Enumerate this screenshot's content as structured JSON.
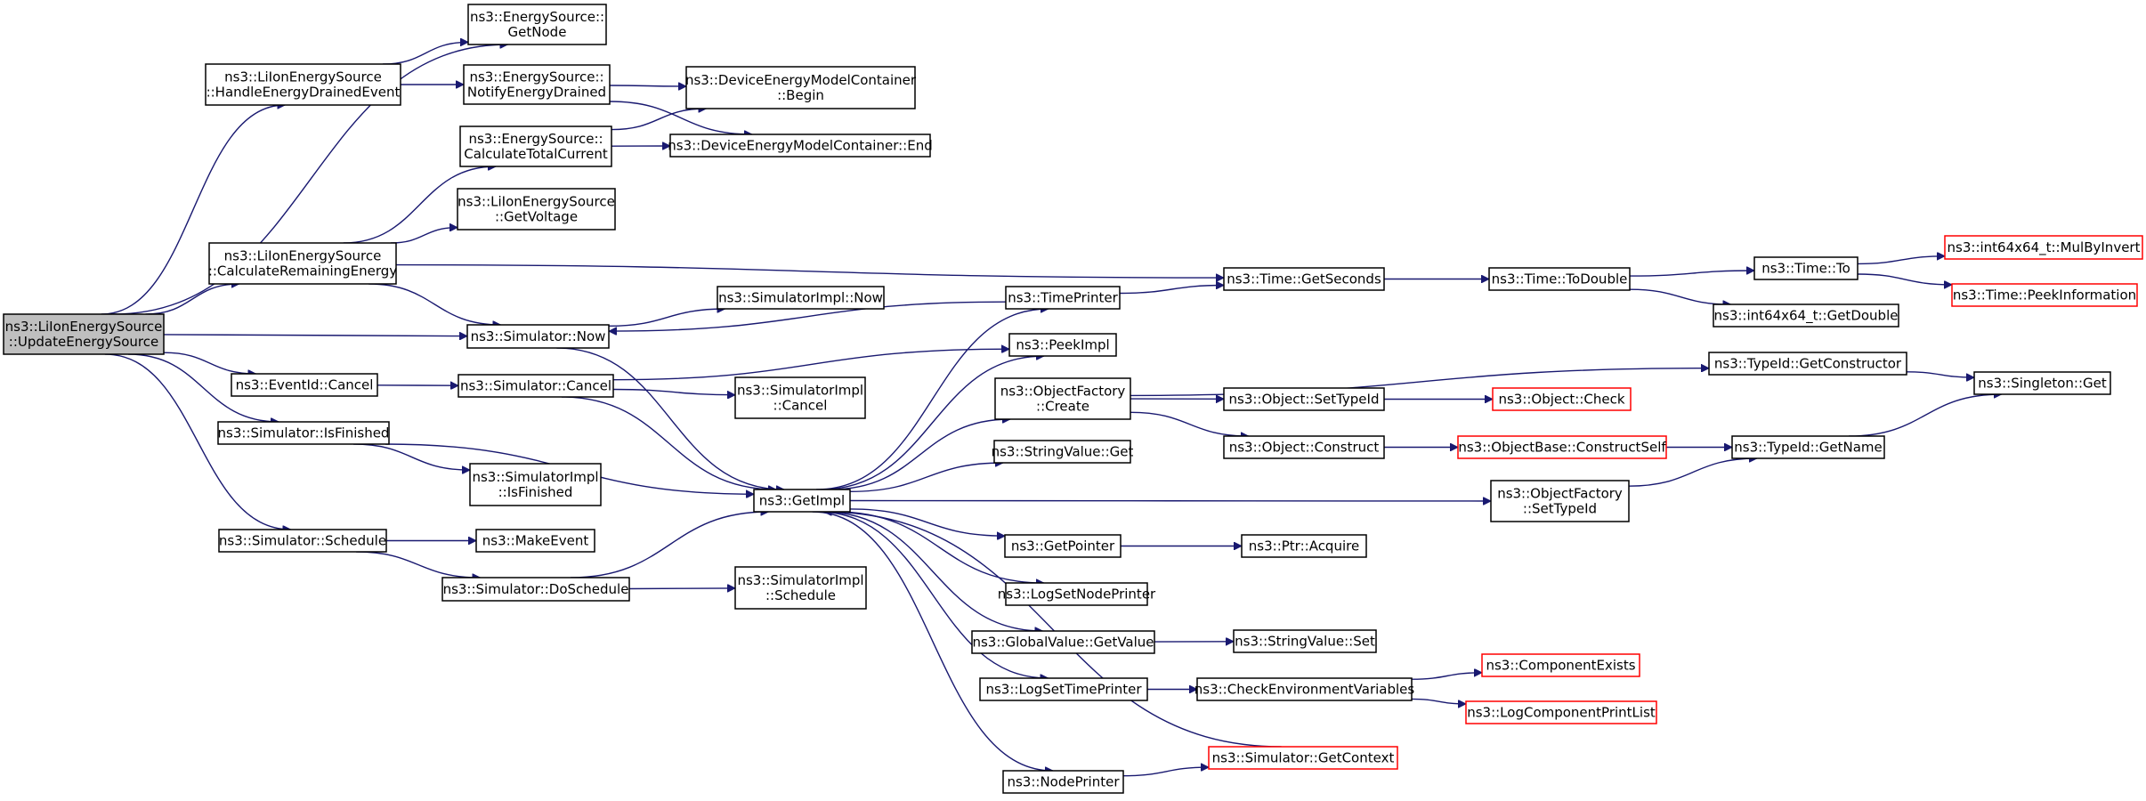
{
  "colors": {
    "edge": "#191970",
    "truncated_border": "#ff0000",
    "root_fill": "#bfbfbf"
  },
  "nodes": [
    {
      "id": "update",
      "lines": [
        "ns3::LiIonEnergySource",
        "::UpdateEnergySource"
      ],
      "style": "root"
    },
    {
      "id": "getnode",
      "lines": [
        "ns3::EnergySource::",
        "GetNode"
      ]
    },
    {
      "id": "handle",
      "lines": [
        "ns3::LiIonEnergySource",
        "::HandleEnergyDrainedEvent"
      ]
    },
    {
      "id": "notify",
      "lines": [
        "ns3::EnergySource::",
        "NotifyEnergyDrained"
      ]
    },
    {
      "id": "begin",
      "lines": [
        "ns3::DeviceEnergyModelContainer",
        "::Begin"
      ]
    },
    {
      "id": "calctotal",
      "lines": [
        "ns3::EnergySource::",
        "CalculateTotalCurrent"
      ]
    },
    {
      "id": "end",
      "lines": [
        "ns3::DeviceEnergyModelContainer::End"
      ]
    },
    {
      "id": "getvoltage",
      "lines": [
        "ns3::LiIonEnergySource",
        "::GetVoltage"
      ]
    },
    {
      "id": "calcrem",
      "lines": [
        "ns3::LiIonEnergySource",
        "::CalculateRemainingEnergy"
      ]
    },
    {
      "id": "simimplnow",
      "lines": [
        "ns3::SimulatorImpl::Now"
      ]
    },
    {
      "id": "simnow",
      "lines": [
        "ns3::Simulator::Now"
      ]
    },
    {
      "id": "eventcancel",
      "lines": [
        "ns3::EventId::Cancel"
      ]
    },
    {
      "id": "simcancel",
      "lines": [
        "ns3::Simulator::Cancel"
      ]
    },
    {
      "id": "simimplcancel",
      "lines": [
        "ns3::SimulatorImpl",
        "::Cancel"
      ]
    },
    {
      "id": "isfinished",
      "lines": [
        "ns3::Simulator::IsFinished"
      ]
    },
    {
      "id": "simimplisfinished",
      "lines": [
        "ns3::SimulatorImpl",
        "::IsFinished"
      ]
    },
    {
      "id": "schedule",
      "lines": [
        "ns3::Simulator::Schedule"
      ]
    },
    {
      "id": "makeevent",
      "lines": [
        "ns3::MakeEvent"
      ]
    },
    {
      "id": "doschedule",
      "lines": [
        "ns3::Simulator::DoSchedule"
      ]
    },
    {
      "id": "simimplschedule",
      "lines": [
        "ns3::SimulatorImpl",
        "::Schedule"
      ]
    },
    {
      "id": "getimpl",
      "lines": [
        "ns3::GetImpl"
      ]
    },
    {
      "id": "timeprinter",
      "lines": [
        "ns3::TimePrinter"
      ]
    },
    {
      "id": "peekimpl",
      "lines": [
        "ns3::PeekImpl"
      ]
    },
    {
      "id": "ofcreate",
      "lines": [
        "ns3::ObjectFactory",
        "::Create"
      ]
    },
    {
      "id": "stringget",
      "lines": [
        "ns3::StringValue::Get"
      ]
    },
    {
      "id": "getpointer",
      "lines": [
        "ns3::GetPointer"
      ]
    },
    {
      "id": "logsetnode",
      "lines": [
        "ns3::LogSetNodePrinter"
      ]
    },
    {
      "id": "gvgetvalue",
      "lines": [
        "ns3::GlobalValue::GetValue"
      ]
    },
    {
      "id": "logsettime",
      "lines": [
        "ns3::LogSetTimePrinter"
      ]
    },
    {
      "id": "nodeprinter",
      "lines": [
        "ns3::NodePrinter"
      ]
    },
    {
      "id": "getseconds",
      "lines": [
        "ns3::Time::GetSeconds"
      ]
    },
    {
      "id": "todouble",
      "lines": [
        "ns3::Time::ToDouble"
      ]
    },
    {
      "id": "timeto",
      "lines": [
        "ns3::Time::To"
      ]
    },
    {
      "id": "mulbyinvert",
      "lines": [
        "ns3::int64x64_t::MulByInvert"
      ],
      "style": "truncated"
    },
    {
      "id": "peekinfo",
      "lines": [
        "ns3::Time::PeekInformation"
      ],
      "style": "truncated"
    },
    {
      "id": "i64getdouble",
      "lines": [
        "ns3::int64x64_t::GetDouble"
      ]
    },
    {
      "id": "objsettypeid",
      "lines": [
        "ns3::Object::SetTypeId"
      ]
    },
    {
      "id": "objcheck",
      "lines": [
        "ns3::Object::Check"
      ],
      "style": "truncated"
    },
    {
      "id": "objconstruct",
      "lines": [
        "ns3::Object::Construct"
      ]
    },
    {
      "id": "constructself",
      "lines": [
        "ns3::ObjectBase::ConstructSelf"
      ],
      "style": "truncated"
    },
    {
      "id": "typeidgetname",
      "lines": [
        "ns3::TypeId::GetName"
      ]
    },
    {
      "id": "typeidgetctor",
      "lines": [
        "ns3::TypeId::GetConstructor"
      ]
    },
    {
      "id": "singletonget",
      "lines": [
        "ns3::Singleton::Get"
      ]
    },
    {
      "id": "ofsettypeid",
      "lines": [
        "ns3::ObjectFactory",
        "::SetTypeId"
      ]
    },
    {
      "id": "ptracquire",
      "lines": [
        "ns3::Ptr::Acquire"
      ]
    },
    {
      "id": "stringset",
      "lines": [
        "ns3::StringValue::Set"
      ]
    },
    {
      "id": "checkenv",
      "lines": [
        "ns3::CheckEnvironmentVariables"
      ]
    },
    {
      "id": "compexists",
      "lines": [
        "ns3::ComponentExists"
      ],
      "style": "truncated"
    },
    {
      "id": "logcompprint",
      "lines": [
        "ns3::LogComponentPrintList"
      ],
      "style": "truncated"
    },
    {
      "id": "simgetcontext",
      "lines": [
        "ns3::Simulator::GetContext"
      ],
      "style": "truncated"
    }
  ],
  "edges": [
    [
      "update",
      "getnode"
    ],
    [
      "update",
      "handle"
    ],
    [
      "update",
      "calcrem"
    ],
    [
      "update",
      "simnow"
    ],
    [
      "update",
      "eventcancel"
    ],
    [
      "update",
      "isfinished"
    ],
    [
      "update",
      "schedule"
    ],
    [
      "handle",
      "getnode"
    ],
    [
      "handle",
      "notify"
    ],
    [
      "notify",
      "begin"
    ],
    [
      "notify",
      "end"
    ],
    [
      "calctotal",
      "begin"
    ],
    [
      "calctotal",
      "end"
    ],
    [
      "calcrem",
      "calctotal"
    ],
    [
      "calcrem",
      "getvoltage"
    ],
    [
      "calcrem",
      "getseconds"
    ],
    [
      "calcrem",
      "simnow"
    ],
    [
      "simnow",
      "simimplnow"
    ],
    [
      "simnow",
      "getimpl"
    ],
    [
      "eventcancel",
      "simcancel"
    ],
    [
      "simcancel",
      "simimplcancel"
    ],
    [
      "simcancel",
      "getimpl"
    ],
    [
      "simcancel",
      "peekimpl"
    ],
    [
      "isfinished",
      "simimplisfinished"
    ],
    [
      "isfinished",
      "getimpl"
    ],
    [
      "schedule",
      "makeevent"
    ],
    [
      "schedule",
      "doschedule"
    ],
    [
      "doschedule",
      "simimplschedule"
    ],
    [
      "doschedule",
      "getimpl"
    ],
    [
      "getimpl",
      "timeprinter"
    ],
    [
      "getimpl",
      "peekimpl"
    ],
    [
      "getimpl",
      "ofcreate"
    ],
    [
      "getimpl",
      "stringget"
    ],
    [
      "getimpl",
      "getpointer"
    ],
    [
      "getimpl",
      "logsetnode"
    ],
    [
      "getimpl",
      "gvgetvalue"
    ],
    [
      "getimpl",
      "logsettime"
    ],
    [
      "getimpl",
      "nodeprinter"
    ],
    [
      "getimpl",
      "ofsettypeid"
    ],
    [
      "timeprinter",
      "simnow"
    ],
    [
      "timeprinter",
      "getseconds"
    ],
    [
      "getseconds",
      "todouble"
    ],
    [
      "todouble",
      "timeto"
    ],
    [
      "todouble",
      "i64getdouble"
    ],
    [
      "timeto",
      "mulbyinvert"
    ],
    [
      "timeto",
      "peekinfo"
    ],
    [
      "ofcreate",
      "typeidgetctor"
    ],
    [
      "ofcreate",
      "objsettypeid"
    ],
    [
      "ofcreate",
      "objconstruct"
    ],
    [
      "objsettypeid",
      "objcheck"
    ],
    [
      "objconstruct",
      "constructself"
    ],
    [
      "constructself",
      "typeidgetname"
    ],
    [
      "typeidgetname",
      "singletonget"
    ],
    [
      "typeidgetctor",
      "singletonget"
    ],
    [
      "ofsettypeid",
      "typeidgetname"
    ],
    [
      "getpointer",
      "ptracquire"
    ],
    [
      "gvgetvalue",
      "stringset"
    ],
    [
      "logsettime",
      "checkenv"
    ],
    [
      "checkenv",
      "compexists"
    ],
    [
      "checkenv",
      "logcompprint"
    ],
    [
      "nodeprinter",
      "simgetcontext"
    ],
    [
      "simgetcontext",
      "getimpl"
    ]
  ]
}
